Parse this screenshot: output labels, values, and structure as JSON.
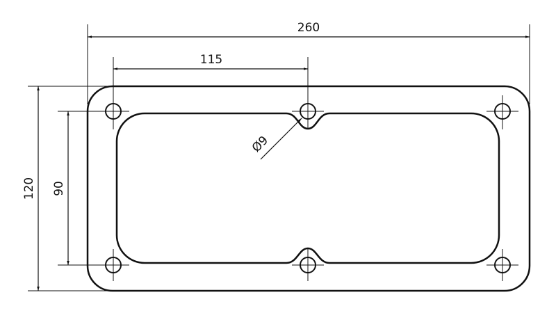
{
  "drawing": {
    "dimensions": {
      "overall_width": "260",
      "hole_spacing_x": "115",
      "overall_height": "120",
      "hole_spacing_y": "90",
      "hole_diameter": "Ø9"
    },
    "colors": {
      "line": "#111111",
      "background": "#ffffff"
    }
  }
}
